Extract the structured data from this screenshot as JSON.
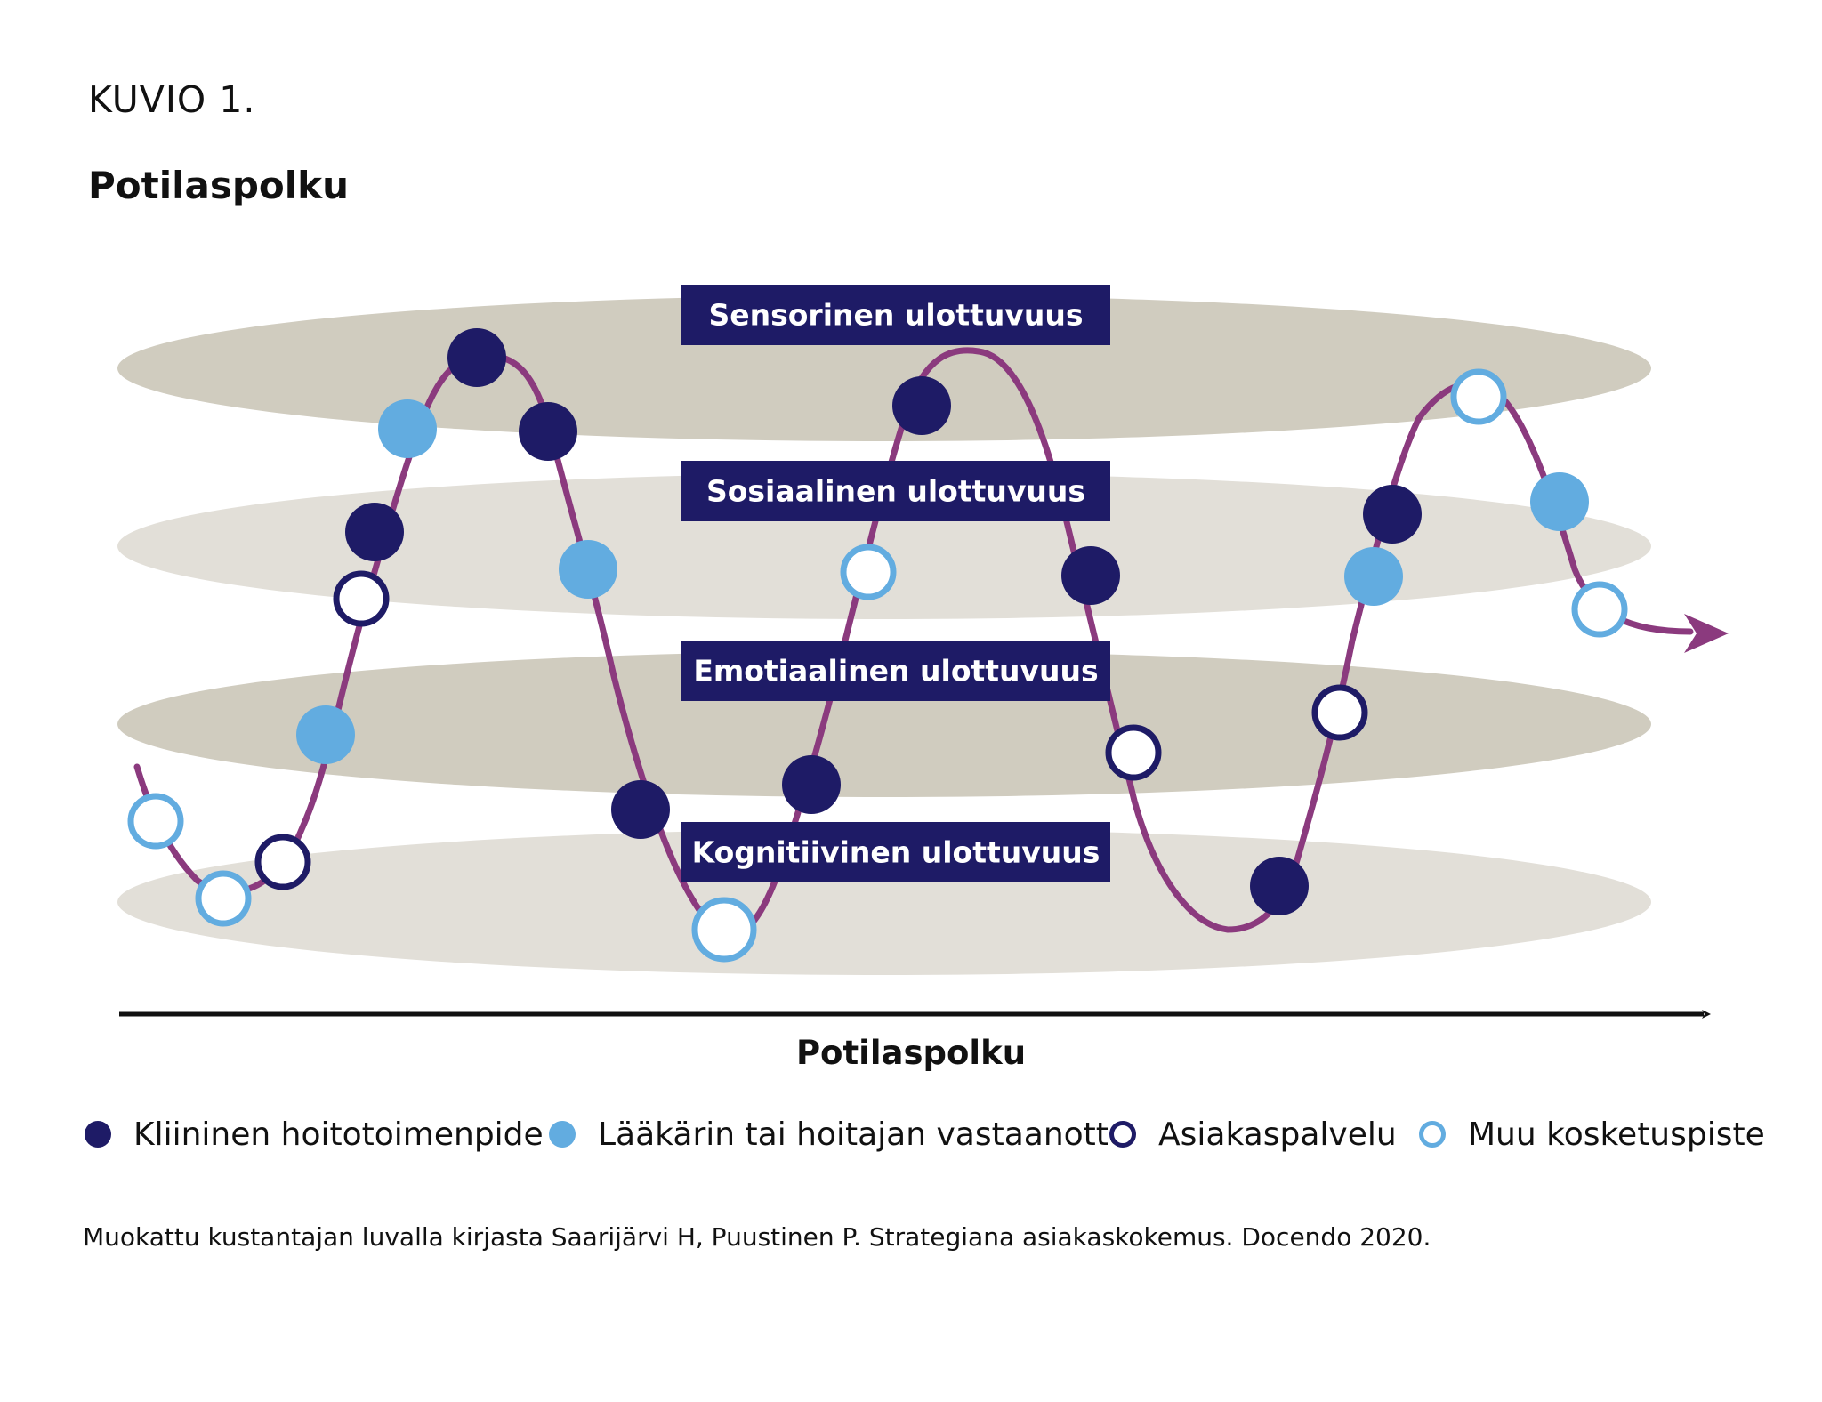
{
  "figure_label": "KUVIO 1.",
  "title": "Potilaspolku",
  "colors": {
    "band_dark": "#d0ccbf",
    "band_light": "#e2dfd8",
    "label_bg": "#1e1b66",
    "path": "#8b3a7e",
    "axis": "#111111",
    "kliininen": "#1e1b66",
    "laakari": "#62ace0",
    "asiakaspalvelu": "#1e1b66",
    "muu": "#62ace0"
  },
  "bands": [
    {
      "label": "Sensorinen ulottuvuus",
      "shade": "dark"
    },
    {
      "label": "Sosiaalinen ulottuvuus",
      "shade": "light"
    },
    {
      "label": "Emotiaalinen ulottuvuus",
      "shade": "dark"
    },
    {
      "label": "Kognitiivinen ulottuvuus",
      "shade": "light"
    }
  ],
  "axis_label": "Potilaspolku",
  "touchpoints": [
    "muu",
    "muu",
    "asiakaspalvelu",
    "laakari",
    "asiakaspalvelu",
    "kliininen",
    "laakari",
    "kliininen",
    "kliininen",
    "laakari",
    "kliininen",
    "muu",
    "kliininen",
    "muu",
    "kliininen",
    "kliininen",
    "asiakaspalvelu",
    "kliininen",
    "asiakaspalvelu",
    "laakari",
    "kliininen",
    "muu",
    "laakari",
    "muu"
  ],
  "legend": [
    {
      "key": "kliininen",
      "label": "Kliininen hoitotoimenpide",
      "icon": "filled-dark-circle-icon"
    },
    {
      "key": "laakari",
      "label": "Lääkärin tai hoitajan vastaanotto",
      "icon": "filled-light-circle-icon"
    },
    {
      "key": "asiakaspalvelu",
      "label": "Asiakaspalvelu",
      "icon": "outlined-dark-circle-icon"
    },
    {
      "key": "muu",
      "label": "Muu kosketuspiste",
      "icon": "outlined-light-circle-icon"
    }
  ],
  "source_note": "Muokattu kustantajan luvalla kirjasta Saarijärvi H, Puustinen P. Strategiana asiakaskokemus. Docendo 2020."
}
